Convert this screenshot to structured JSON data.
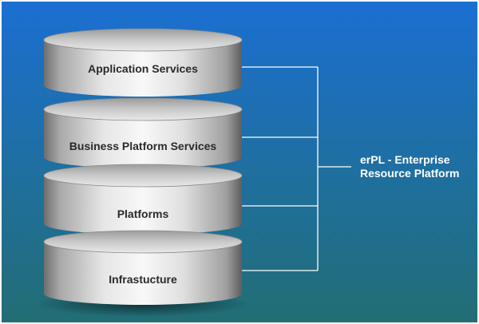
{
  "diagram": {
    "layers": [
      {
        "label": "Application Services"
      },
      {
        "label": "Business Platform Services"
      },
      {
        "label": "Platforms"
      },
      {
        "label": "Infrastucture"
      }
    ],
    "group_label": {
      "line1": "erPL - Enterprise",
      "line2": "Resource Platform"
    }
  },
  "colors": {
    "background_top": "#1b6fd1",
    "background_bottom": "#226e74",
    "bracket": "#ffffff",
    "label_text": "#ffffff",
    "layer_text": "#2a2a2a"
  }
}
